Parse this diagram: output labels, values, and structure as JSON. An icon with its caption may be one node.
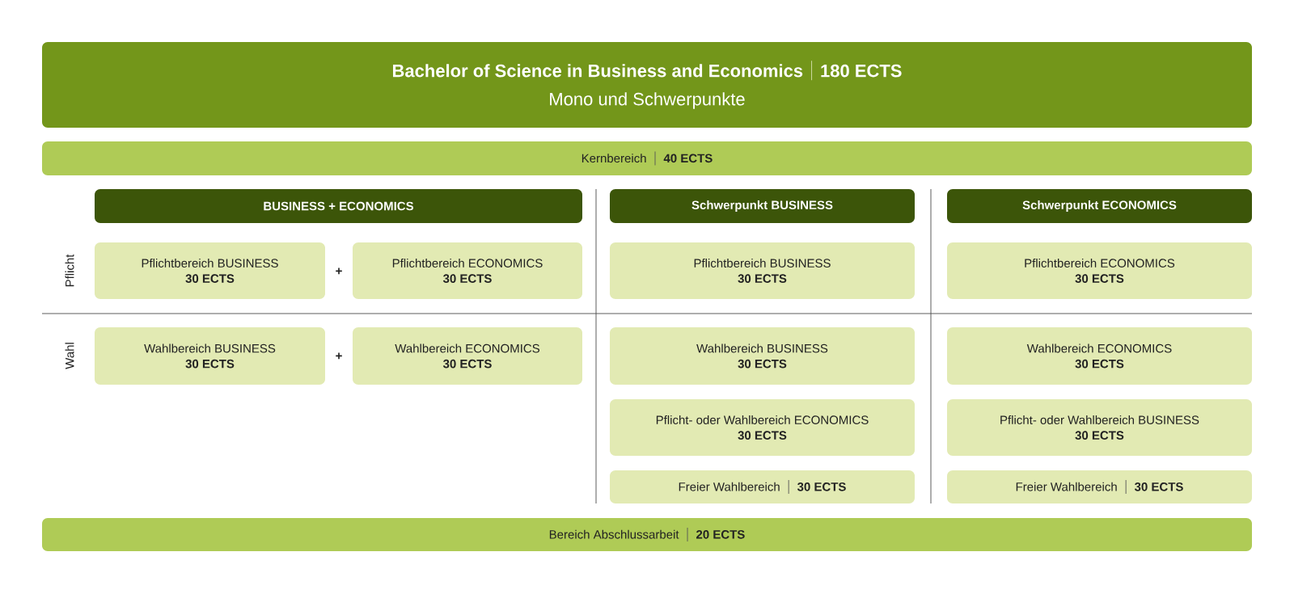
{
  "diagram": {
    "nodes": [
      {
        "text": [
          "Bachelor of Science in Business and Economics",
          "180 ECTS",
          "Mono und Schwerpunkte"
        ]
      },
      {
        "text": [
          "Kernbereich",
          "40 ECTS"
        ]
      },
      {
        "text": [
          "BUSINESS + ECONOMICS"
        ]
      },
      {
        "text": [
          "Schwerpunkt BUSINESS"
        ]
      },
      {
        "text": [
          "Schwerpunkt ECONOMICS"
        ]
      },
      {
        "text": [
          "Pflichtbereich BUSINESS",
          "30 ECTS"
        ]
      },
      {
        "text": [
          "Pflichtbereich ECONOMICS",
          "30 ECTS"
        ]
      },
      {
        "text": [
          "Pflichtbereich BUSINESS",
          "30 ECTS"
        ]
      },
      {
        "text": [
          "Pflichtbereich ECONOMICS",
          "30 ECTS"
        ]
      },
      {
        "text": [
          "Wahlbereich BUSINESS",
          "30 ECTS"
        ]
      },
      {
        "text": [
          "Wahlbereich ECONOMICS",
          "30 ECTS"
        ]
      },
      {
        "text": [
          "Wahlbereich BUSINESS",
          "30 ECTS"
        ]
      },
      {
        "text": [
          "Wahlbereich ECONOMICS",
          "30 ECTS"
        ]
      },
      {
        "text": [
          "Pflicht- oder Wahlbereich ECONOMICS",
          "30 ECTS"
        ]
      },
      {
        "text": [
          "Pflicht- oder Wahlbereich BUSINESS",
          "30 ECTS"
        ]
      },
      {
        "text": [
          "Freier Wahlbereich",
          "30 ECTS"
        ]
      },
      {
        "text": [
          "Freier Wahlbereich",
          "30 ECTS"
        ]
      },
      {
        "text": [
          "Bereich Abschlussarbeit",
          "20 ECTS"
        ]
      }
    ],
    "labels": [
      "Pflicht",
      "+",
      "Wahl",
      "+"
    ]
  }
}
